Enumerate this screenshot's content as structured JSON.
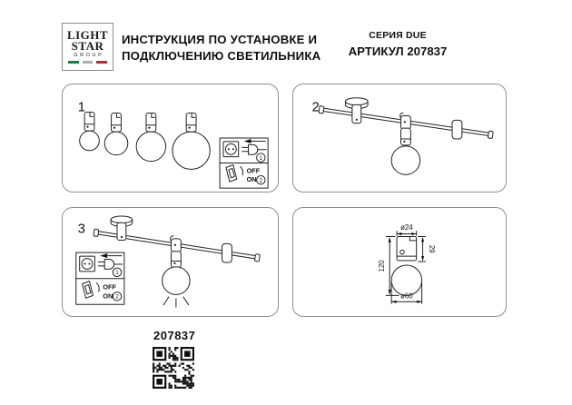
{
  "header": {
    "logo": {
      "line1": "LIGHT",
      "line2": "STAR",
      "line3": "GROUP"
    },
    "title_line1": "ИНСТРУКЦИЯ ПО УСТАНОВКЕ И",
    "title_line2": "ПОДКЛЮЧЕНИЮ СВЕТИЛЬНИКА",
    "series_label": "СЕРИЯ DUE",
    "article_label": "АРТИКУЛ 207837"
  },
  "panels": {
    "p1": {
      "number": "1"
    },
    "p2": {
      "number": "2"
    },
    "p3": {
      "number": "3"
    }
  },
  "instructions": {
    "step1_number": "1",
    "step2_number": "2",
    "off_label": "OFF",
    "on_label": "ON"
  },
  "dimensions": {
    "top_diameter": "ø24",
    "holder_height": "29",
    "total_height": "120",
    "ball_diameter": "ø60"
  },
  "footer": {
    "article_number": "207837"
  },
  "colors": {
    "line": "#222222",
    "panel_border": "#8f8f8f",
    "flag_green": "#008c45",
    "flag_gray": "#aab0b4",
    "flag_red": "#cd212a"
  }
}
